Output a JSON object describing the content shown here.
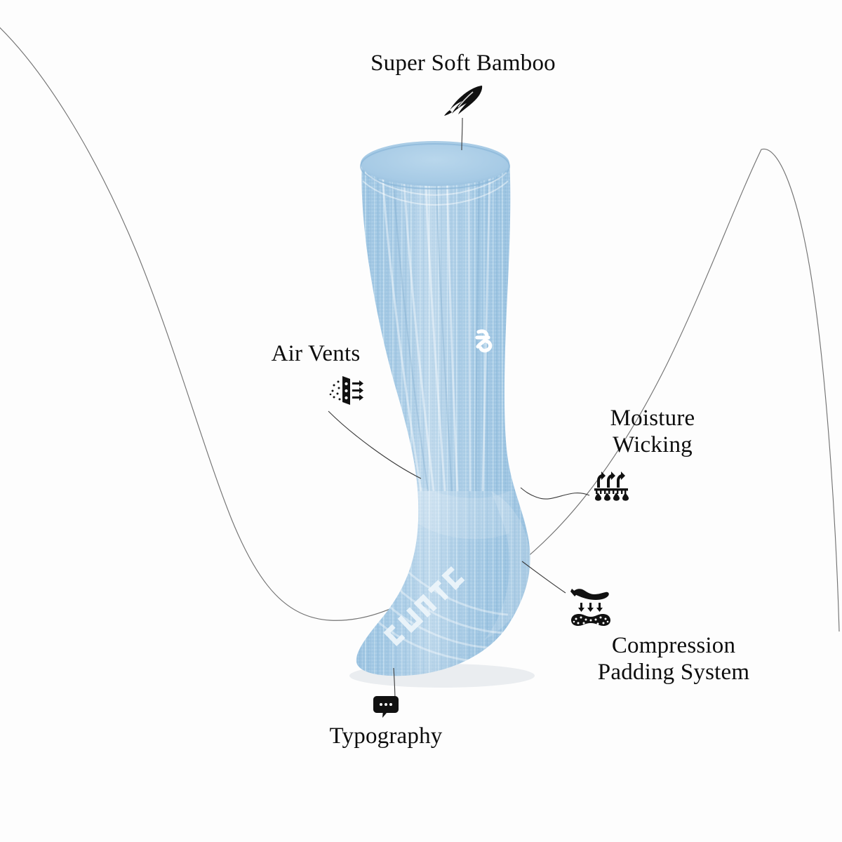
{
  "page": {
    "title": "Bamboo Crew Sock Feature Infographic",
    "background_color": "#fdfdfd"
  },
  "product": {
    "name": "ribbed-crew-sock",
    "color_name": "light blue",
    "color_hex": "#9fc6e3",
    "color_shadow_hex": "#7fa9cc",
    "color_highlight_hex": "#c3dcee",
    "knit_text": "knitted-wordmark",
    "logo_mark": "brand-monogram"
  },
  "callouts": [
    {
      "id": "bamboo",
      "label": "Super Soft Bamboo",
      "icon": "feather-icon",
      "icon_position": "below"
    },
    {
      "id": "airvents",
      "label": "Air Vents",
      "icon": "air-vent-icon",
      "icon_position": "below"
    },
    {
      "id": "moisture",
      "label": "Moisture\nWicking",
      "icon": "moisture-wicking-icon",
      "icon_position": "below"
    },
    {
      "id": "compression",
      "label": "Compression\nPadding System",
      "icon": "compression-padding-icon",
      "icon_position": "above"
    },
    {
      "id": "typography",
      "label": "Typography",
      "icon": "speech-bubble-icon",
      "icon_position": "above"
    }
  ],
  "decor": {
    "curve_color": "#6b6b6b",
    "curve_left_name": "background-swoosh-left",
    "curve_right_name": "background-swoosh-right"
  }
}
